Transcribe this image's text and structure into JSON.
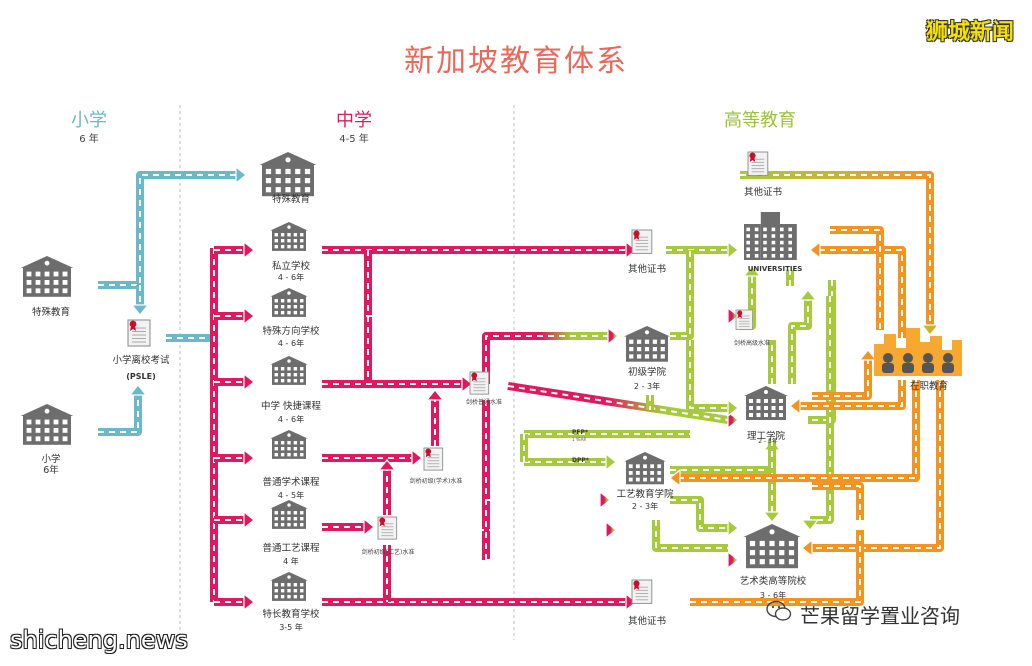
{
  "title": "新加坡教育体系",
  "brand": "狮城新闻",
  "sections": {
    "primary": {
      "name": "小学",
      "years": "6 年",
      "color": "#6bb8c9"
    },
    "secondary": {
      "name": "中学",
      "years": "4-5 年",
      "color": "#d81d5f"
    },
    "tertiary": {
      "name": "高等教育",
      "years": "",
      "color": "#9ec13a"
    }
  },
  "colors": {
    "primary": "#6bb8c9",
    "secondary": "#e0195e",
    "tertiary": "#a7c93c",
    "work": "#f2941f",
    "title": "#e8685a",
    "icon": "#6d6d6d"
  },
  "nodes": {
    "left_special": {
      "label": "特殊教育"
    },
    "left_primary": {
      "label": "小学",
      "sub": "6年"
    },
    "psle": {
      "label": "小学离校考试",
      "sub": "(PSLE)"
    },
    "sec_special": {
      "label": "特殊教育"
    },
    "private": {
      "label": "私立学校",
      "sub": "4 - 6年"
    },
    "specialized": {
      "label": "特殊方向学校",
      "sub": "4 - 6年"
    },
    "express": {
      "label": "中学 快捷课程",
      "sub": "4 - 6年"
    },
    "normal_academic": {
      "label": "普通学术课程",
      "sub": "4 - 5年"
    },
    "normal_technical": {
      "label": "普通工艺课程",
      "sub": "4 年"
    },
    "special_ed_school": {
      "label": "特长教育学校",
      "sub": "3-5 年"
    },
    "cert_o": {
      "label": "剑桥普通水准"
    },
    "cert_n_acad": {
      "label": "剑桥初级(学术)水准"
    },
    "cert_n_tech": {
      "label": "剑桥初级(工艺)水准"
    },
    "cert_other_top": {
      "label": "其他证书"
    },
    "cert_other_mid": {
      "label": "其他证书"
    },
    "cert_other_bottom": {
      "label": "其他证书"
    },
    "jc": {
      "label": "初级学院",
      "sub": "2 - 3年"
    },
    "cert_a": {
      "label": "剑桥高级水准"
    },
    "universities": {
      "label": "UNIVERSITIES"
    },
    "poly": {
      "label": "理工学院",
      "sub": "2 - 3年"
    },
    "ite": {
      "label": "工艺教育学院",
      "sub": "2 - 3年"
    },
    "arts": {
      "label": "艺术类高等院校",
      "sub": "3 - 6年"
    },
    "workplace": {
      "label": "在职教育"
    },
    "pfp": {
      "label": "PFP*",
      "sub": "1 YEAR"
    },
    "dpp": {
      "label": "DPP*"
    }
  },
  "watermarks": {
    "left": "shicheng.news",
    "right": "芒果留学置业咨询"
  }
}
